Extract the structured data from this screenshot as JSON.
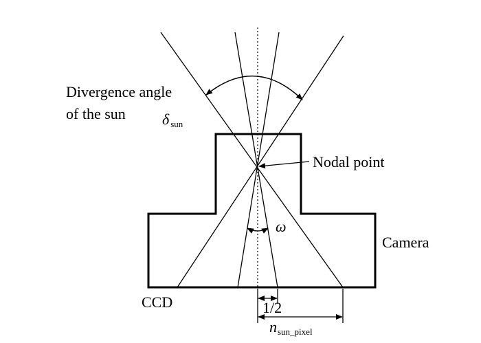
{
  "labels": {
    "divergence_line1": "Divergence angle",
    "divergence_line2": "of the sun",
    "delta_symbol": "δ",
    "delta_subscript": "sun",
    "nodal_point": "Nodal point",
    "omega_symbol": "ω",
    "camera": "Camera",
    "ccd": "CCD",
    "half": "1/2",
    "n_symbol": "n",
    "n_subscript": "sun_pixel"
  }
}
